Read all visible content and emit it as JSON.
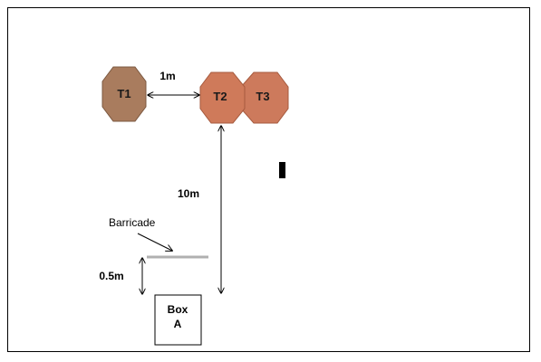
{
  "targets": [
    {
      "label": "T1",
      "color": "#a97c5e",
      "edge": "#7b5840"
    },
    {
      "label": "T2",
      "color": "#cf7a5a",
      "edge": "#a65a3e"
    },
    {
      "label": "T3",
      "color": "#cd7a5c",
      "edge": "#a65a3e"
    }
  ],
  "labels": {
    "spacing": "1m",
    "range": "10m",
    "barricade": "Barricade",
    "gap": "0.5m",
    "box_line1": "Box",
    "box_line2": "A"
  },
  "colors": {
    "line": "#000000",
    "barricade": "#b0b0b0",
    "marker": "#000000"
  }
}
